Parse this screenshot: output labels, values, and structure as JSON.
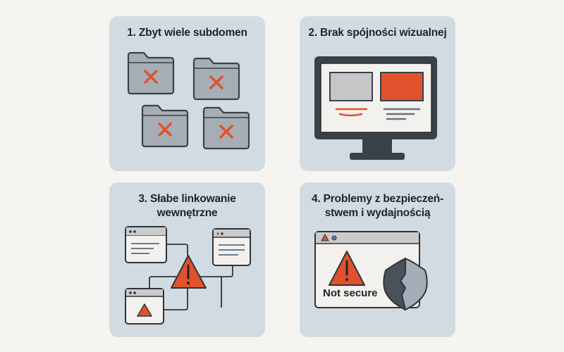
{
  "panels": [
    {
      "title": "1. Zbyt wiele subdomen"
    },
    {
      "title": "2. Brak spójności wizualnej"
    },
    {
      "title_line1": "3. Słabe linkowanie",
      "title_line2": "wewnętrzne"
    },
    {
      "title_line1": "4. Problemy z bezpieczeń-",
      "title_line2": "stwem i wydajnością",
      "warning_text": "Not secure"
    }
  ],
  "colors": {
    "accent": "#e0522c",
    "panel": "#d3dbe2",
    "dark": "#3b4148",
    "gray": "#a7adb4"
  }
}
